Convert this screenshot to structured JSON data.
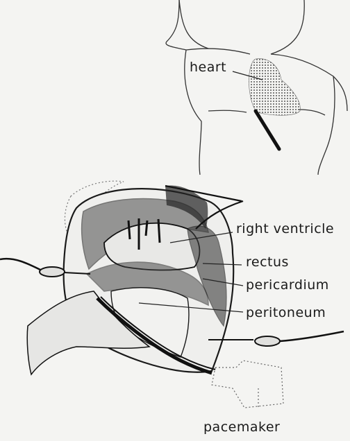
{
  "labels": {
    "heart": "heart",
    "right_ventricle": "right ventricle",
    "rectus": "rectus",
    "pericardium": "pericardium",
    "peritoneum": "peritoneum",
    "pacemaker": "pacemaker"
  },
  "colors": {
    "ink": "#1a1a1a",
    "paper": "#f4f4f2",
    "heart_fill": "#9a9a9a"
  }
}
